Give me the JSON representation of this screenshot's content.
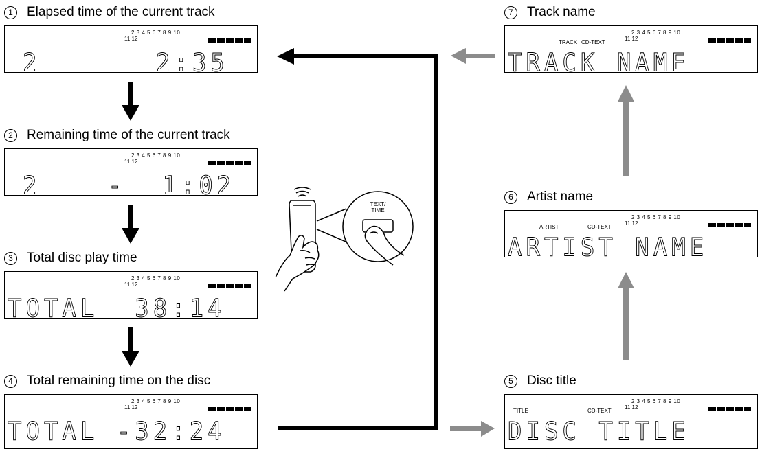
{
  "track_numbers_row1": "2 3 4 5 6 7 8 9 10",
  "track_numbers_row2": "11 12",
  "steps": [
    {
      "num": "1",
      "caption": "Elapsed time of the current track",
      "seg_left": "2",
      "seg_right": "2:35"
    },
    {
      "num": "2",
      "caption": "Remaining time of the current track",
      "seg_left": "2",
      "seg_right": "-  1:02"
    },
    {
      "num": "3",
      "caption": "Total disc play time",
      "seg_text": "TOTAL  38:14"
    },
    {
      "num": "4",
      "caption": "Total remaining time on the disc",
      "seg_text": "TOTAL -32:24"
    },
    {
      "num": "5",
      "caption": "Disc title",
      "label_left": "TITLE",
      "label_cdtext": "CD-TEXT",
      "seg_text": "DISC TITLE"
    },
    {
      "num": "6",
      "caption": "Artist name",
      "label_left": "ARTIST",
      "label_cdtext": "CD-TEXT",
      "seg_text": "ARTIST NAME"
    },
    {
      "num": "7",
      "caption": "Track name",
      "label_left": "TRACK",
      "label_cdtext": "CD-TEXT",
      "seg_text": "TRACK NAME"
    }
  ],
  "remote": {
    "button_label_line1": "TEXT/",
    "button_label_line2": "TIME"
  },
  "colors": {
    "arrow_dark": "#000000",
    "arrow_gray": "#8c8c8c"
  }
}
